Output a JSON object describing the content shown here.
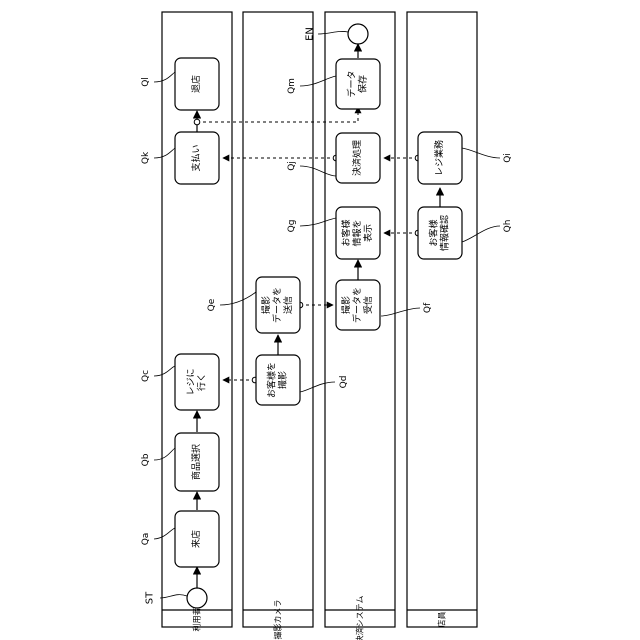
{
  "lanes": [
    {
      "id": "lane-user",
      "label": "利用者"
    },
    {
      "id": "lane-camera",
      "label": "撮影カメラ"
    },
    {
      "id": "lane-system",
      "label": "決済システム"
    },
    {
      "id": "lane-clerk",
      "label": "店員"
    }
  ],
  "terminals": {
    "start": "ST",
    "end": "EN"
  },
  "boxes": [
    {
      "id": "box-raiten",
      "ref": "Qa",
      "lines": [
        "来店"
      ]
    },
    {
      "id": "box-shohin",
      "ref": "Qb",
      "lines": [
        "商品選択"
      ]
    },
    {
      "id": "box-reji",
      "ref": "Qc",
      "lines": [
        "レジに",
        "行く"
      ]
    },
    {
      "id": "box-shiharai",
      "ref": "Qk",
      "lines": [
        "支払い"
      ]
    },
    {
      "id": "box-taiten",
      "ref": "Ql",
      "lines": [
        "退店"
      ]
    },
    {
      "id": "box-satsuei",
      "ref": "Qd",
      "lines": [
        "お客様を",
        "撮影"
      ]
    },
    {
      "id": "box-soshin",
      "ref": "Qe",
      "lines": [
        "撮影",
        "データを",
        "送信"
      ]
    },
    {
      "id": "box-jushin",
      "ref": "Qf",
      "lines": [
        "撮影",
        "データを",
        "受信"
      ]
    },
    {
      "id": "box-hyoji",
      "ref": "Qg",
      "lines": [
        "お客様",
        "情報を",
        "表示"
      ]
    },
    {
      "id": "box-kessai",
      "ref": "Qj",
      "lines": [
        "決済処理"
      ]
    },
    {
      "id": "box-hozon",
      "ref": "Qm",
      "lines": [
        "データ",
        "保存"
      ]
    },
    {
      "id": "box-kakunin",
      "ref": "Qh",
      "lines": [
        "お客様",
        "情報確認"
      ]
    },
    {
      "id": "box-regi-gyomu",
      "ref": "Qi",
      "lines": [
        "レジ業務"
      ]
    }
  ]
}
